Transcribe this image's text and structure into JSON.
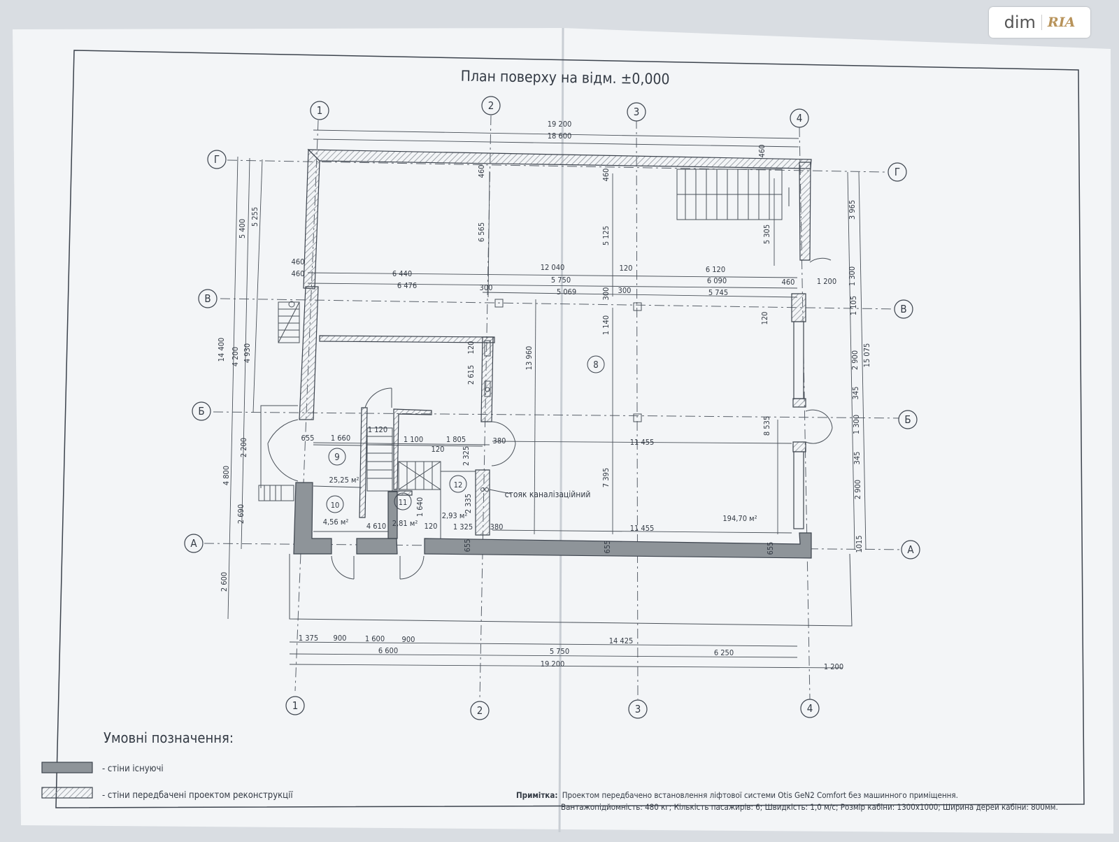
{
  "plan": {
    "title": "План поверху на відм. ±0,000",
    "axes": {
      "vertical": [
        "1",
        "2",
        "3",
        "4"
      ],
      "horizontal": [
        "Г",
        "В",
        "Б",
        "А"
      ]
    },
    "dimensions": {
      "top_overall": "19 200",
      "top_inner": "18 600",
      "wall_460": "460",
      "row1_left": "6 440",
      "row1_mid": "12 040",
      "row1_right": "6 120",
      "row2_left": "6 476",
      "row2_mid": "5 750",
      "row2_right": "6 090",
      "row3_mid": "5 069",
      "row3_right": "5 745",
      "d300": "300",
      "d120": "120",
      "d1200": "1 200",
      "left_14400": "14 400",
      "left_5400": "5 400",
      "left_5255": "5 255",
      "left_4200": "4 200",
      "left_4930": "4 930",
      "left_4800": "4 800",
      "left_2200": "2 200",
      "left_2690": "2 690",
      "left_2600": "2 600",
      "right_3965": "3 965",
      "right_1300": "1 300",
      "right_1105": "1 105",
      "right_2900": "2 900",
      "right_15075": "15 075",
      "right_345": "345",
      "right_1015": "1015",
      "v6565": "6 565",
      "v5125": "5 125",
      "v5305": "5 305",
      "v13960": "13 960",
      "v1140": "1 140",
      "v2615": "2 615",
      "v8535": "8 535",
      "v7395": "7 395",
      "v2325": "2 325",
      "v2335": "2 335",
      "v1640": "1 640",
      "d655": "655",
      "d1660": "1 660",
      "d1120": "1 120",
      "d1100": "1 100",
      "d1805": "1 805",
      "d380": "380",
      "d11455": "11 455",
      "d4610": "4 610",
      "d1325": "1 325",
      "b1375": "1 375",
      "b900": "900",
      "b1600": "1 600",
      "b14425": "14 425",
      "b6600": "6 600",
      "b5750": "5 750",
      "b6250": "6 250",
      "b19200": "19 200",
      "b1200": "1 200"
    },
    "rooms": [
      {
        "number": "8",
        "area": "194,70 м²"
      },
      {
        "number": "9",
        "area": "25,25 м²"
      },
      {
        "number": "10",
        "area": "4,56 м²"
      },
      {
        "number": "11",
        "area": "2,81 м²"
      },
      {
        "number": "12",
        "area": "2,93 м²"
      }
    ],
    "riser_label": "стояк каналізаційний"
  },
  "legend": {
    "title": "Умовні позначення:",
    "items": [
      {
        "label": "- стіни існуючі"
      },
      {
        "label": "- стіни передбачені проектом реконструкції"
      }
    ]
  },
  "note": {
    "prefix": "Примітка:",
    "line1": "Проектом передбачено встановлення ліфтової системи Otis GeN2 Comfort без машинного приміщення.",
    "line2": "Вантажопідйомність: 480 кг; Кількість пасажирів: 6; Швидкість: 1,0 м/с; Розмір кабіни: 1300x1000; Ширина дерей кабіни: 800мм."
  },
  "watermark": {
    "brand": "dim",
    "logo": "RIA"
  },
  "colors": {
    "paper": "#f4f6f8",
    "line": "#3c434d",
    "wall_fill": "#8e9499",
    "hatch": "#d0d4d8"
  }
}
